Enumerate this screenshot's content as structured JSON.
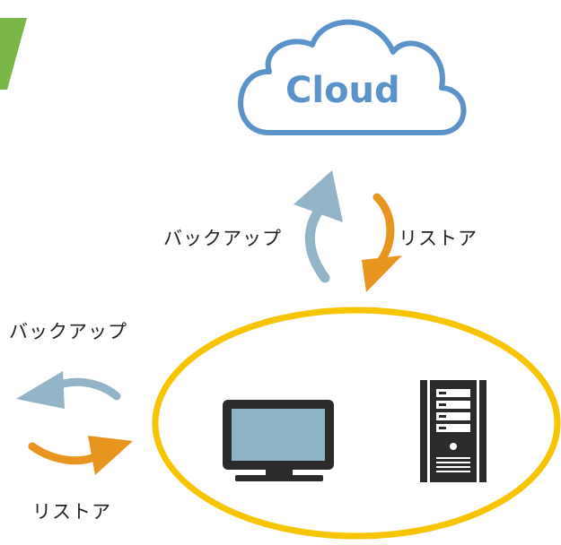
{
  "cloud": {
    "label": "Cloud",
    "color": "#5b92c9"
  },
  "arrows": {
    "backup_color": "#93b4c6",
    "restore_color": "#e8951f"
  },
  "labels": {
    "backup_top": "バックアップ",
    "restore_top": "リストア",
    "backup_left": "バックアップ",
    "restore_left": "リストア"
  },
  "local_group": {
    "ellipse_color": "#f6c400",
    "devices": [
      {
        "name": "monitor",
        "icon": "desktop-monitor-icon"
      },
      {
        "name": "server",
        "icon": "server-tower-icon"
      }
    ]
  },
  "accent_corner_color": "#7ab648"
}
